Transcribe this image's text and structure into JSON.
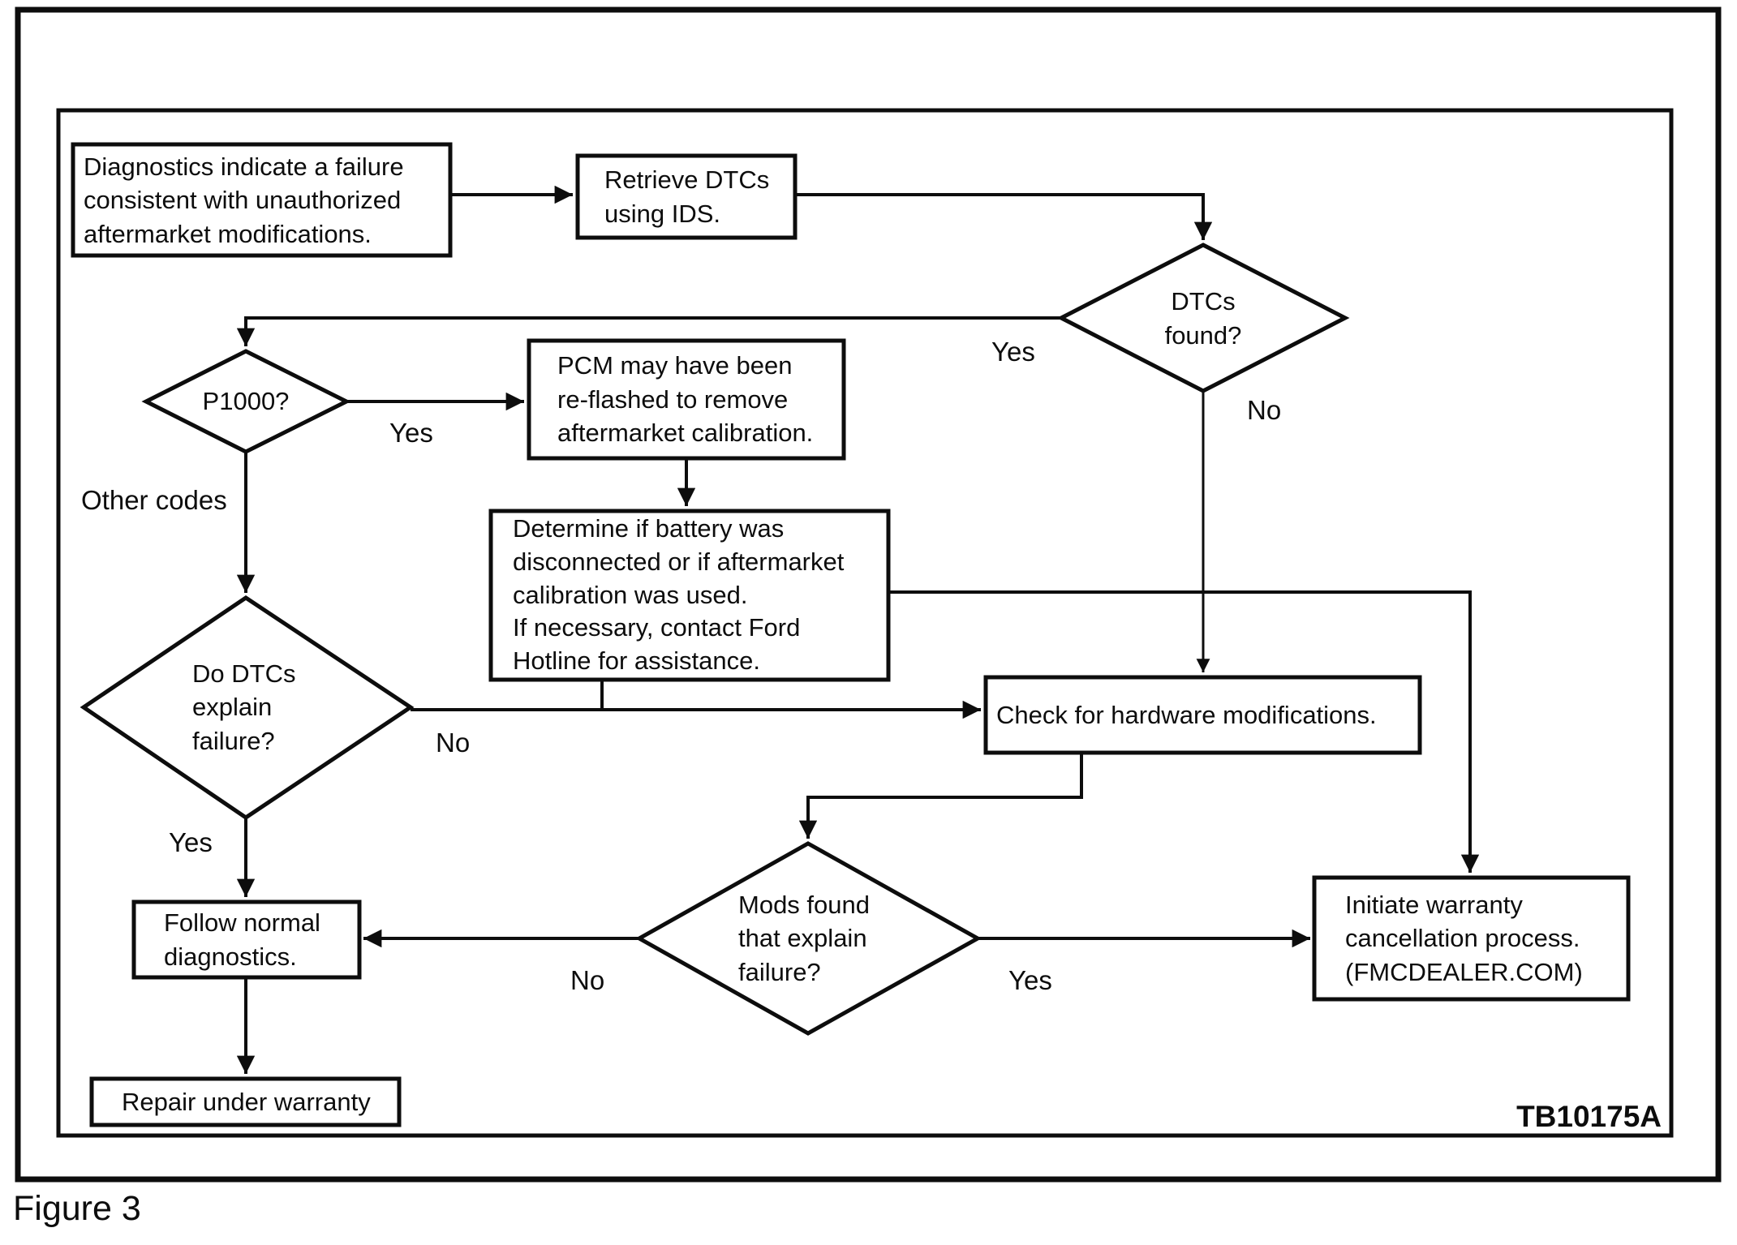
{
  "figure": {
    "caption": "Figure 3",
    "reference_code": "TB10175A"
  },
  "flowchart": {
    "type": "flowchart",
    "colors": {
      "stroke": "#0d0d0d",
      "background": "#ffffff"
    },
    "nodes": {
      "start": {
        "shape": "process",
        "text": "Diagnostics indicate a failure\nconsistent with unauthorized\naftermarket modifications."
      },
      "retrieve_dtcs": {
        "shape": "process",
        "text": "Retrieve DTCs\nusing IDS."
      },
      "dtcs_found": {
        "shape": "decision",
        "text": "DTCs\nfound?"
      },
      "p1000": {
        "shape": "decision",
        "text": "P1000?"
      },
      "pcm_reflash": {
        "shape": "process",
        "text": "PCM may have been\nre-flashed to remove\naftermarket calibration."
      },
      "determine_battery": {
        "shape": "process",
        "text": "Determine if battery was\ndisconnected or if aftermarket\ncalibration was used.\nIf necessary, contact Ford\nHotline for assistance."
      },
      "dtcs_explain": {
        "shape": "decision",
        "text": "Do DTCs\nexplain\nfailure?"
      },
      "check_hardware": {
        "shape": "process",
        "text": "Check for hardware modifications."
      },
      "mods_found": {
        "shape": "decision",
        "text": "Mods found\nthat explain\nfailure?"
      },
      "follow_normal": {
        "shape": "process",
        "text": "Follow normal\ndiagnostics."
      },
      "repair_warranty": {
        "shape": "process",
        "text": "Repair under warranty"
      },
      "initiate_cancellation": {
        "shape": "process",
        "text": "Initiate warranty\ncancellation process.\n(FMCDEALER.COM)"
      }
    },
    "edge_labels": {
      "dtcs_found_yes": "Yes",
      "dtcs_found_no": "No",
      "p1000_yes": "Yes",
      "p1000_other": "Other codes",
      "dtcs_explain_no": "No",
      "dtcs_explain_yes": "Yes",
      "mods_found_no": "No",
      "mods_found_yes": "Yes"
    },
    "edges": [
      {
        "from": "start",
        "to": "retrieve_dtcs",
        "label": ""
      },
      {
        "from": "retrieve_dtcs",
        "to": "dtcs_found",
        "label": ""
      },
      {
        "from": "dtcs_found",
        "to": "p1000",
        "label": "Yes"
      },
      {
        "from": "dtcs_found",
        "to": "check_hardware",
        "label": "No"
      },
      {
        "from": "p1000",
        "to": "pcm_reflash",
        "label": "Yes"
      },
      {
        "from": "p1000",
        "to": "dtcs_explain",
        "label": "Other codes"
      },
      {
        "from": "pcm_reflash",
        "to": "determine_battery",
        "label": ""
      },
      {
        "from": "determine_battery",
        "to": "check_hardware",
        "label": ""
      },
      {
        "from": "determine_battery",
        "to": "initiate_cancellation",
        "label": ""
      },
      {
        "from": "dtcs_explain",
        "to": "check_hardware",
        "label": "No"
      },
      {
        "from": "dtcs_explain",
        "to": "follow_normal",
        "label": "Yes"
      },
      {
        "from": "check_hardware",
        "to": "mods_found",
        "label": ""
      },
      {
        "from": "mods_found",
        "to": "follow_normal",
        "label": "No"
      },
      {
        "from": "mods_found",
        "to": "initiate_cancellation",
        "label": "Yes"
      },
      {
        "from": "follow_normal",
        "to": "repair_warranty",
        "label": ""
      }
    ]
  }
}
